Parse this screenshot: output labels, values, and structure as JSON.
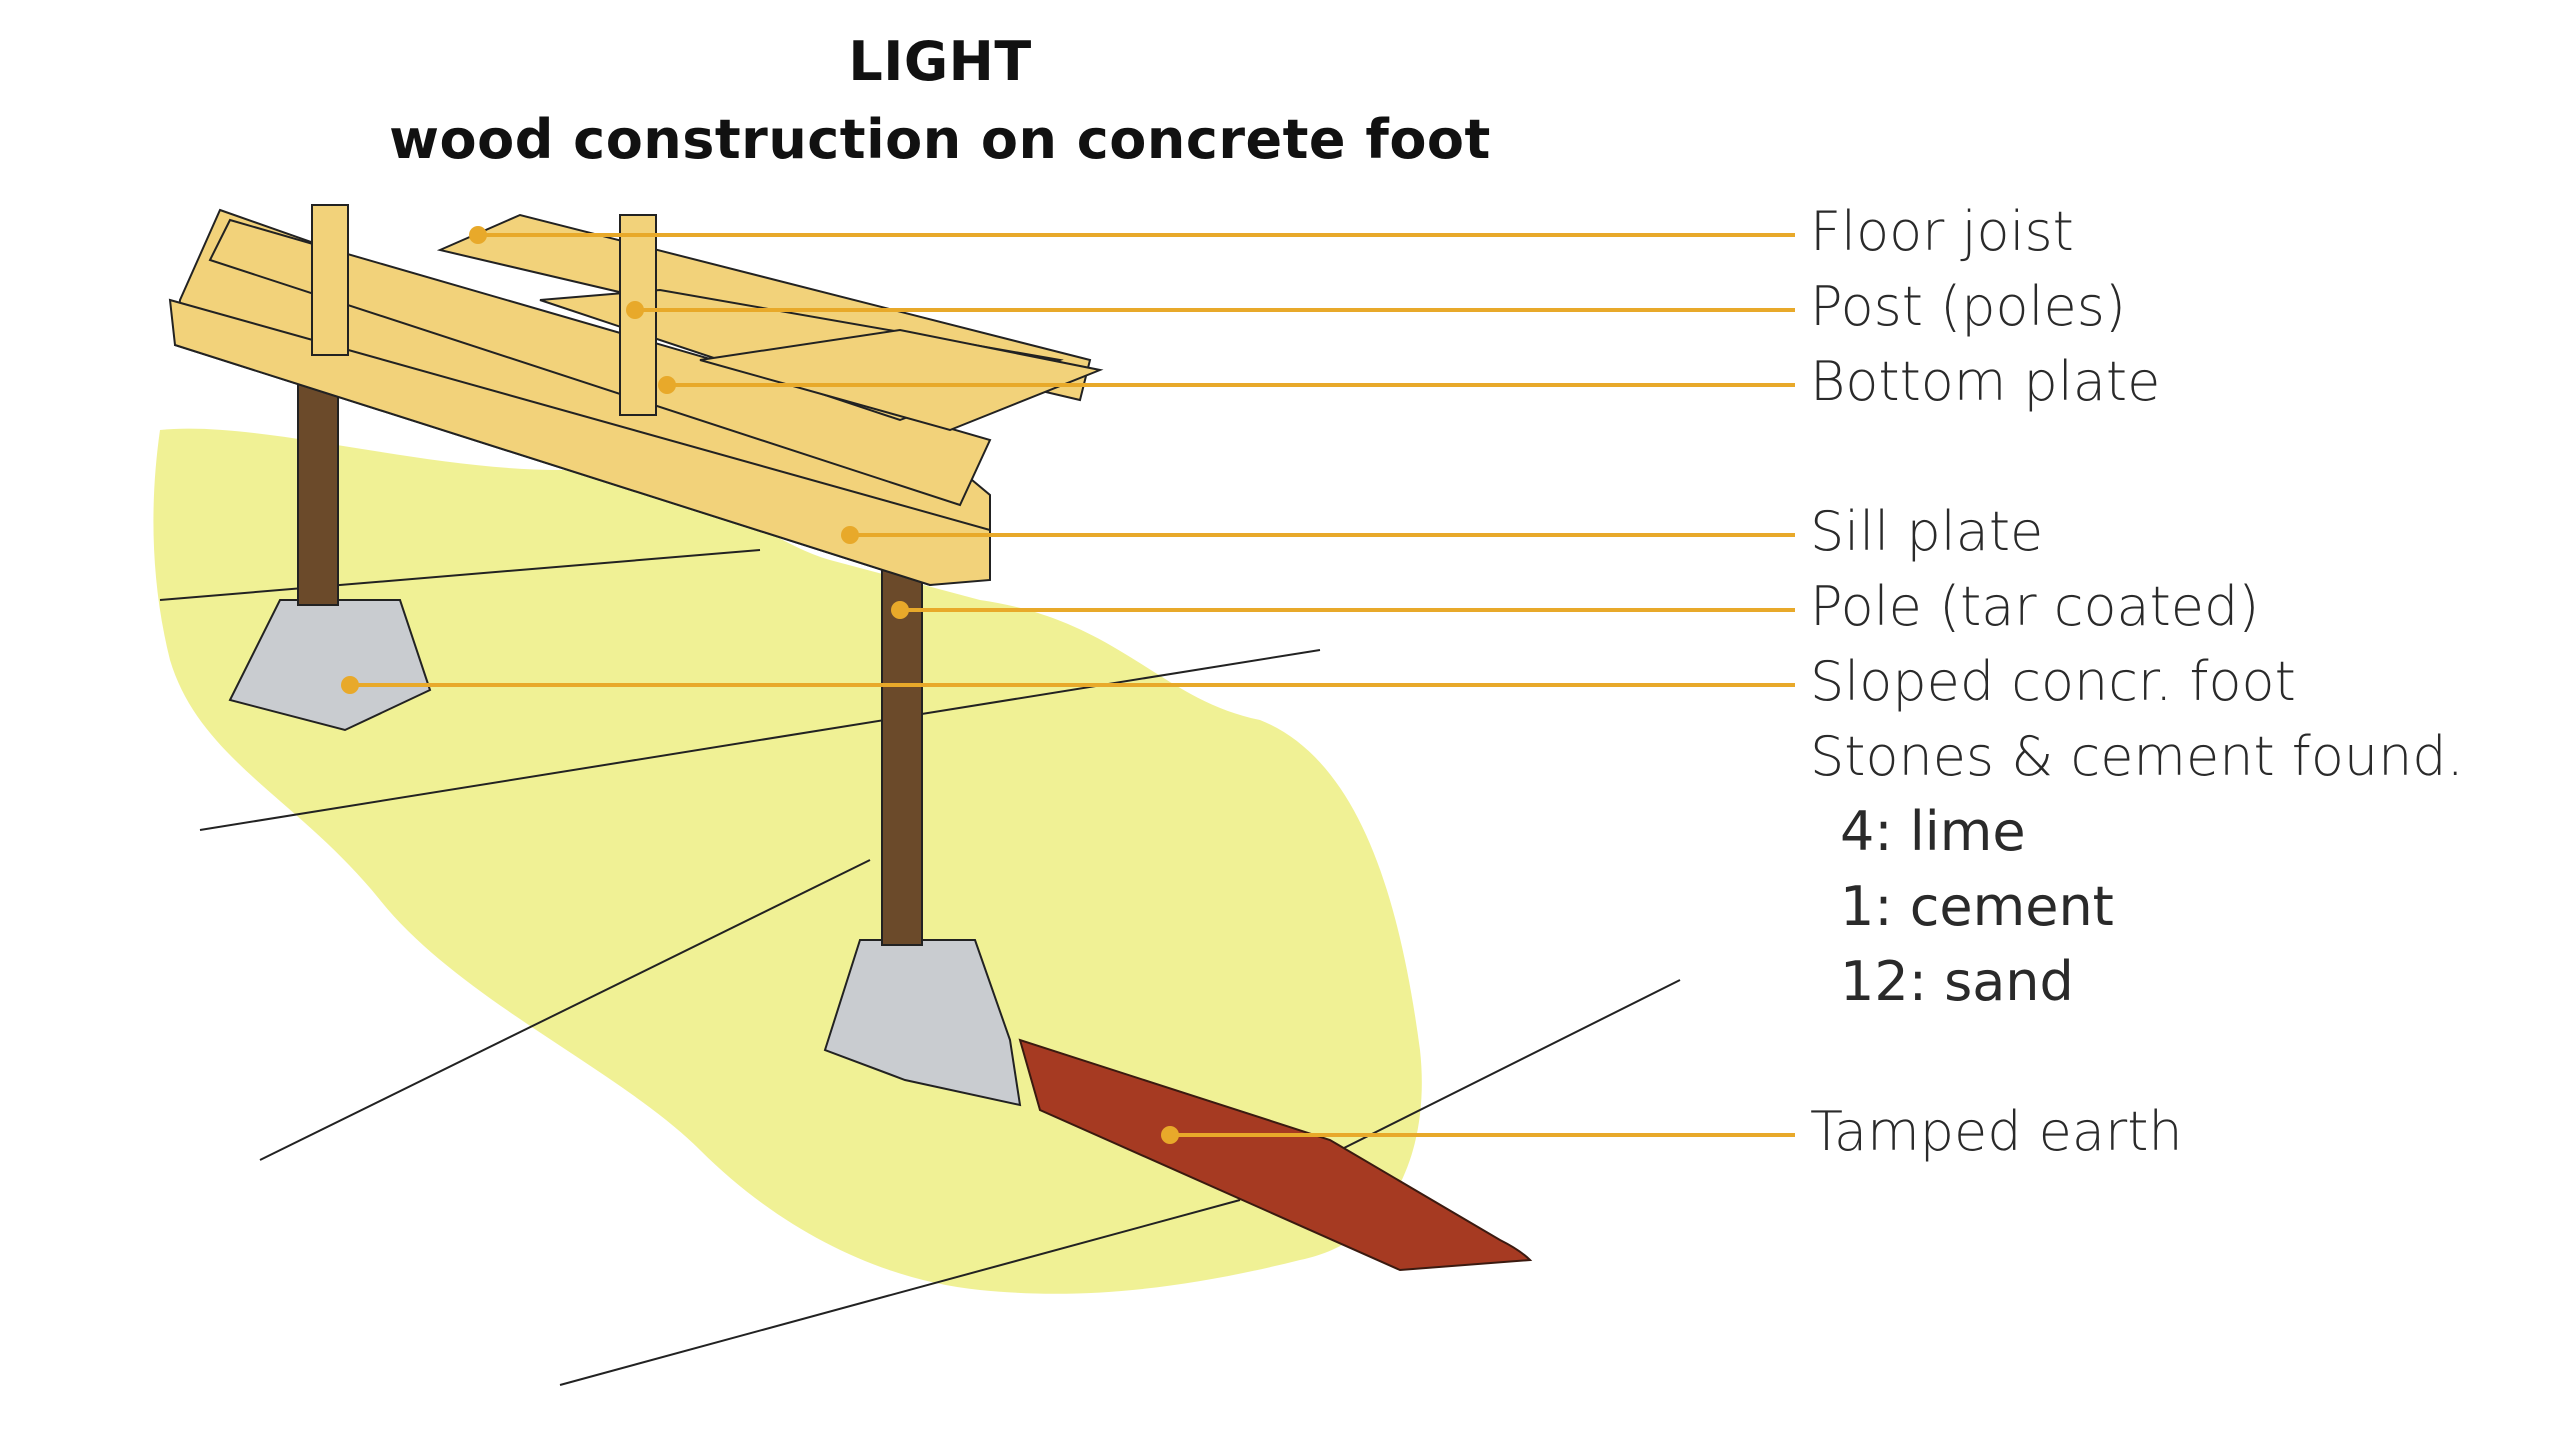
{
  "title": {
    "line1": "LIGHT",
    "line2": "wood construction on concrete foot"
  },
  "labels": [
    "Floor joist",
    "Post (poles)",
    "Bottom plate",
    "Sill plate",
    "Pole (tar coated)",
    "Sloped concr. foot",
    "Stones & cement found."
  ],
  "mix": [
    "4: lime",
    "1: cement",
    "12: sand"
  ],
  "bottom_label": "Tamped earth",
  "colors": {
    "leader": "#e8a92a",
    "grass": "#eef08a",
    "wood": "#f2d27a",
    "pole": "#6b4a2a",
    "concrete": "#c9ccd0",
    "earth": "#a63a22"
  }
}
